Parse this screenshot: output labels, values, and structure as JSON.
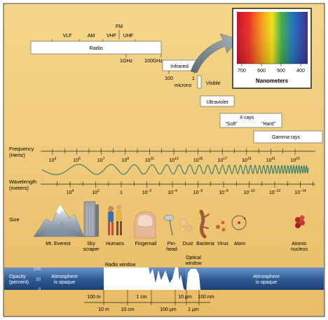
{
  "bands": {
    "radio": "Radio",
    "vlf": "VLF",
    "am": "AM",
    "fm": "FM",
    "vhf": "VHF",
    "uhf": "UHF",
    "one_ghz": "1GHz",
    "hundred_ghz": "100GHz",
    "infrared": "Infrared",
    "infrared_100": "100",
    "infrared_1": "1",
    "microns": "microns",
    "visible": "Visible",
    "ultraviolet": "Ultraviolet",
    "xrays": "X-rays",
    "soft": "“Soft”",
    "hard": "“Hard”",
    "gamma": "Gamma rays"
  },
  "spectrum_inset": {
    "ticks": [
      "700",
      "600",
      "500",
      "400"
    ],
    "label": "Nanometers"
  },
  "frequency": {
    "label_line1": "Frequency",
    "label_line2": "(Hertz)",
    "ticks": [
      {
        "base": "10",
        "exp": "3"
      },
      {
        "base": "10",
        "exp": "5"
      },
      {
        "base": "10",
        "exp": "7"
      },
      {
        "base": "10",
        "exp": "9"
      },
      {
        "base": "10",
        "exp": "11"
      },
      {
        "base": "10",
        "exp": "13"
      },
      {
        "base": "10",
        "exp": "15"
      },
      {
        "base": "10",
        "exp": "17"
      },
      {
        "base": "10",
        "exp": "19"
      },
      {
        "base": "10",
        "exp": "21"
      },
      {
        "base": "10",
        "exp": "23"
      }
    ]
  },
  "wavelength": {
    "label_line1": "Wavelength",
    "label_line2": "(meters)",
    "ticks": [
      {
        "base": "10",
        "exp": "4"
      },
      {
        "base": "10",
        "exp": "2"
      },
      {
        "base": "1",
        "exp": ""
      },
      {
        "base": "10",
        "exp": "−2"
      },
      {
        "base": "10",
        "exp": "−4"
      },
      {
        "base": "10",
        "exp": "−6"
      },
      {
        "base": "10",
        "exp": "−8"
      },
      {
        "base": "10",
        "exp": "−10"
      },
      {
        "base": "10",
        "exp": "−12"
      },
      {
        "base": "10",
        "exp": "−14"
      }
    ]
  },
  "size": {
    "label": "Size",
    "objects": [
      {
        "line1": "Mt. Everest",
        "line2": ""
      },
      {
        "line1": "Sky",
        "line2": "scraper"
      },
      {
        "line1": "Humans",
        "line2": ""
      },
      {
        "line1": "Fingernail",
        "line2": ""
      },
      {
        "line1": "Pin-",
        "line2": "head"
      },
      {
        "line1": "Dust",
        "line2": ""
      },
      {
        "line1": "Bacteria",
        "line2": ""
      },
      {
        "line1": "Virus",
        "line2": ""
      },
      {
        "line1": "Atom",
        "line2": ""
      },
      {
        "line1": "Atomic",
        "line2": "nucleus"
      }
    ]
  },
  "opacity": {
    "label_line1": "Opacity",
    "label_line2": "(percent)",
    "ticks": [
      "100",
      "50",
      "0"
    ],
    "atmosphere_left_1": "Atmosphere",
    "atmosphere_left_2": "is opaque",
    "atmosphere_right_1": "Atmosphere",
    "atmosphere_right_2": "is opaque",
    "radio_window": "Radio window",
    "optical_line1": "Optical",
    "optical_line2": "window",
    "scale_top": [
      "100 m",
      "1 cm",
      "10 μm",
      "100 nm"
    ],
    "scale_bottom": [
      "10 m",
      "10 cm",
      "100 μm",
      "1 μm"
    ]
  }
}
